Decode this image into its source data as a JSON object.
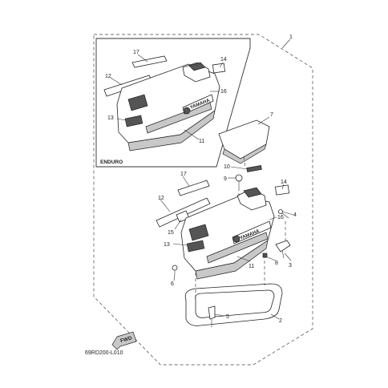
{
  "diagram": {
    "inset_label": "ENDURO",
    "diagram_code": "69RD200-L010",
    "fwd_label": "FWD",
    "brand_text": "YAMAHA",
    "callouts": [
      {
        "id": "c1",
        "text": "1"
      },
      {
        "id": "c17a",
        "text": "17"
      },
      {
        "id": "c14a",
        "text": "14"
      },
      {
        "id": "c12a",
        "text": "12"
      },
      {
        "id": "c16a",
        "text": "16"
      },
      {
        "id": "c13a",
        "text": "13"
      },
      {
        "id": "c11a",
        "text": "11"
      },
      {
        "id": "c7",
        "text": "7"
      },
      {
        "id": "c10",
        "text": "10"
      },
      {
        "id": "c9",
        "text": "9"
      },
      {
        "id": "c17b",
        "text": "17"
      },
      {
        "id": "c14b",
        "text": "14"
      },
      {
        "id": "c12b",
        "text": "12"
      },
      {
        "id": "c16b",
        "text": "16"
      },
      {
        "id": "c4",
        "text": "4"
      },
      {
        "id": "c15",
        "text": "15"
      },
      {
        "id": "c13b",
        "text": "13"
      },
      {
        "id": "c8",
        "text": "8"
      },
      {
        "id": "c3",
        "text": "3"
      },
      {
        "id": "c11b",
        "text": "11"
      },
      {
        "id": "c6",
        "text": "6"
      },
      {
        "id": "c5",
        "text": "5"
      },
      {
        "id": "c2",
        "text": "2"
      }
    ]
  }
}
